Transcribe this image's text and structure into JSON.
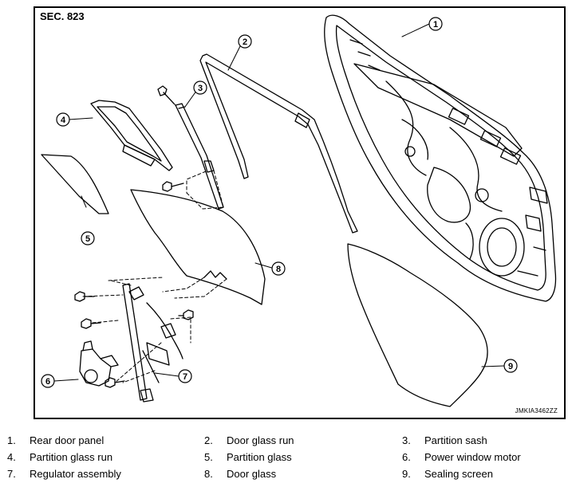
{
  "figure": {
    "section_label": "SEC. 823",
    "drawing_code": "JMKIA3462ZZ",
    "callouts": [
      "1",
      "2",
      "3",
      "4",
      "5",
      "6",
      "7",
      "8",
      "9"
    ]
  },
  "legend": [
    {
      "num": "1.",
      "label": "Rear door panel"
    },
    {
      "num": "2.",
      "label": "Door glass run"
    },
    {
      "num": "3.",
      "label": "Partition sash"
    },
    {
      "num": "4.",
      "label": "Partition glass run"
    },
    {
      "num": "5.",
      "label": "Partition glass"
    },
    {
      "num": "6.",
      "label": "Power window motor"
    },
    {
      "num": "7.",
      "label": "Regulator assembly"
    },
    {
      "num": "8.",
      "label": "Door glass"
    },
    {
      "num": "9.",
      "label": "Sealing screen"
    }
  ]
}
